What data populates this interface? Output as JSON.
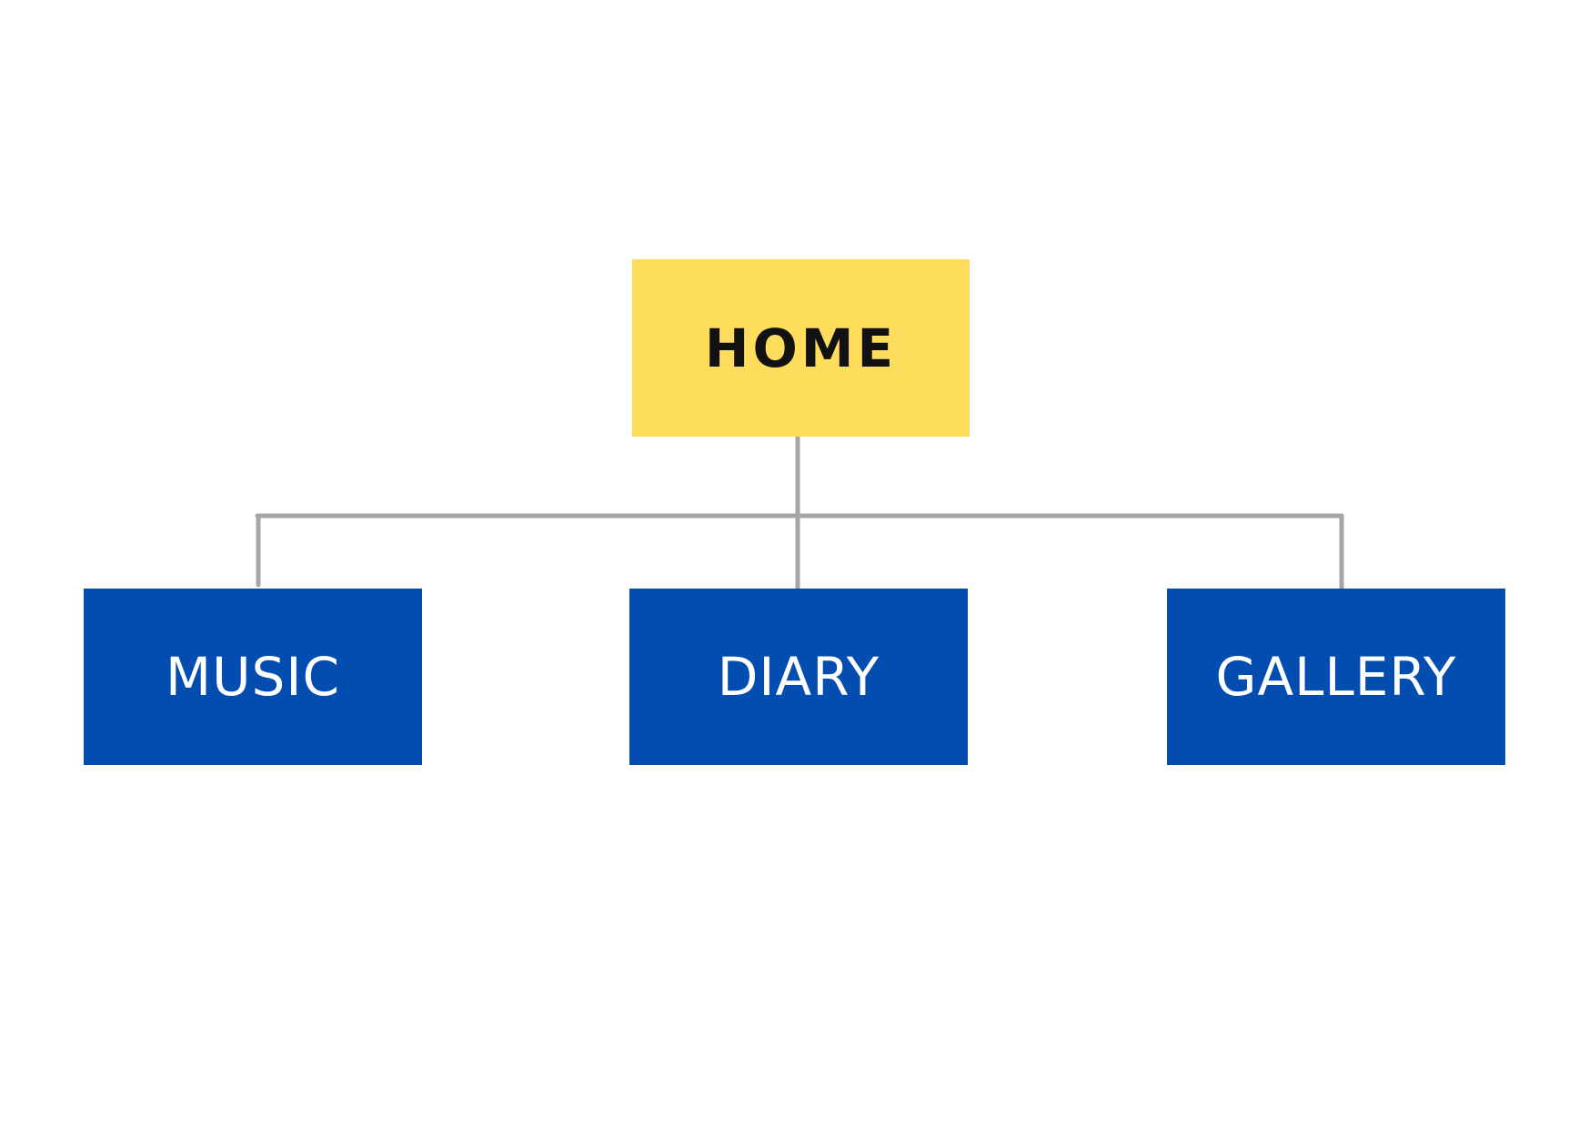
{
  "diagram": {
    "root": {
      "label": "HOME",
      "color": "#FEDD5C",
      "text_color": "#111111"
    },
    "children": [
      {
        "label": "MUSIC",
        "color": "#024DAF",
        "text_color": "#FFFFFF"
      },
      {
        "label": "DIARY",
        "color": "#024DAF",
        "text_color": "#FFFFFF"
      },
      {
        "label": "GALLERY",
        "color": "#024DAF",
        "text_color": "#FFFFFF"
      }
    ],
    "connector_color": "#A6A6A6"
  }
}
